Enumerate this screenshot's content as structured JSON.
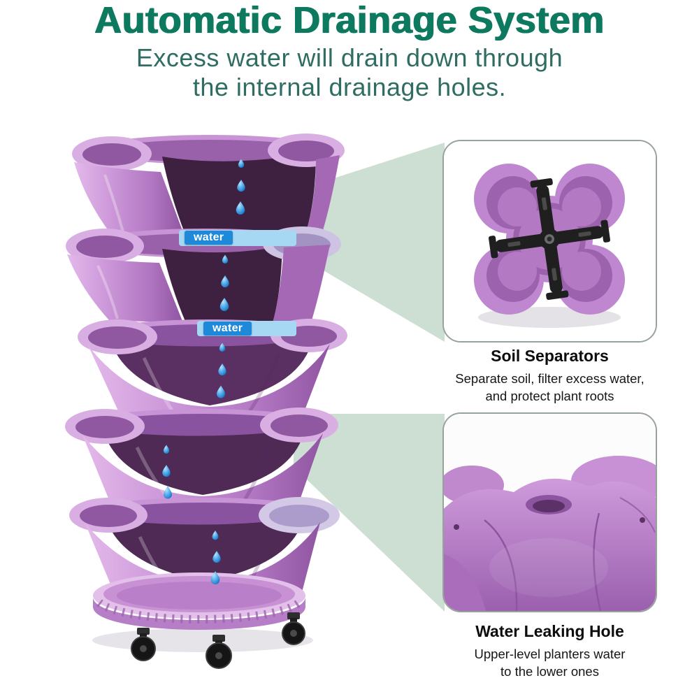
{
  "title": "Automatic Drainage System",
  "subtitle": {
    "line1": "Excess water will drain down through",
    "line2": "the internal drainage holes."
  },
  "illustration": {
    "water_label_upper": "water",
    "water_label_lower": "water"
  },
  "callouts": {
    "soil_separators": {
      "title": "Soil Separators",
      "desc_line1": "Separate soil, filter excess water,",
      "desc_line2": "and protect plant roots"
    },
    "water_leaking_hole": {
      "title": "Water Leaking Hole",
      "desc_line1": "Upper-level planters water",
      "desc_line2": "to the lower ones"
    }
  },
  "colors": {
    "title_green": "#0d7a60",
    "subtitle_teal": "#2f6d62",
    "planter_purple": "#c78fd4",
    "planter_dark_interior": "#3e2040",
    "water_drop_blue": "#2f9de8",
    "water_label_bg": "#1e88d9",
    "beam_sage": "#cddfd3",
    "callout_border": "#97a29b"
  }
}
